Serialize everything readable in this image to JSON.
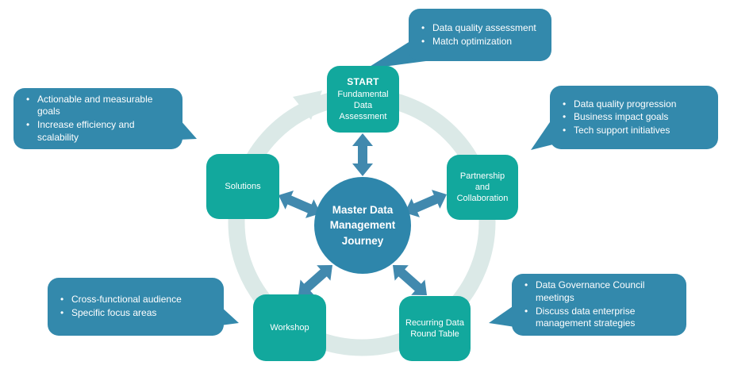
{
  "colors": {
    "teal": "#12a89d",
    "circle-blue": "#2e86ab",
    "callout-blue": "#3389ac",
    "arrow-blue": "#4189ae",
    "ring": "#dbe9e7"
  },
  "center": {
    "label": "Master Data\nManagement\nJourney"
  },
  "nodes": {
    "start": {
      "title": "START",
      "subtitle": "Fundamental\nData\nAssessment"
    },
    "solutions": {
      "label": "Solutions"
    },
    "partnership": {
      "label": "Partnership\nand\nCollaboration"
    },
    "workshop": {
      "label": "Workshop"
    },
    "recurring": {
      "label": "Recurring Data\nRound Table"
    }
  },
  "callouts": {
    "start": {
      "items": [
        "Data quality assessment",
        "Match optimization"
      ]
    },
    "solutions": {
      "items": [
        "Actionable and measurable goals",
        "Increase efficiency and scalability"
      ]
    },
    "partnership": {
      "items": [
        "Data quality progression",
        "Business impact goals",
        "Tech support initiatives"
      ]
    },
    "workshop": {
      "items": [
        "Cross-functional audience",
        "Specific focus areas"
      ]
    },
    "recurring": {
      "items": [
        "Data Governance Council meetings",
        "Discuss data enterprise management strategies"
      ]
    }
  }
}
